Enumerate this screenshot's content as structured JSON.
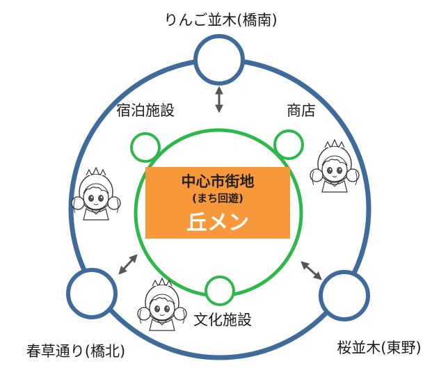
{
  "diagram": {
    "outer_nodes": {
      "top": "りんご並木(橋南)",
      "bottom_left": "春草通り(橋北)",
      "bottom_right": "桜並木(東野)"
    },
    "inner_nodes": {
      "upper_left": "宿泊施設",
      "upper_right": "商店",
      "bottom": "文化施設"
    },
    "center": {
      "title": "中心市街地",
      "subtitle": "(まち回遊)",
      "main": "丘メン"
    },
    "mascot": "chibi-girl-character",
    "colors": {
      "outer_ring": "#3f6b9a",
      "inner_ring": "#2eb84a",
      "center_box": "#f7993a",
      "arrows": "#555555"
    }
  }
}
